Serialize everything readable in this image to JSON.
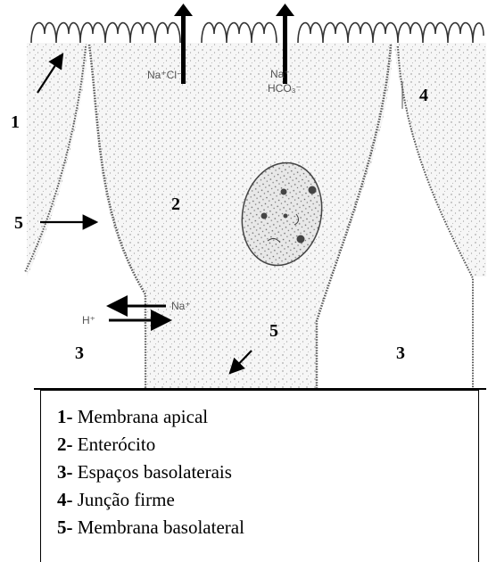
{
  "labels": {
    "apical": "1",
    "enterocyte": "2",
    "basolateral_left": "3",
    "basolateral_right": "3",
    "tight_junction": "4",
    "membrane_left": "5",
    "membrane_bottom": "5"
  },
  "ions": {
    "secretion_left": "Na⁺Cl⁻",
    "secretion_right_line1": "Na⁺",
    "secretion_right_line2": "HCO₃⁻",
    "exchanger_na": "Na⁺",
    "exchanger_h": "H⁺"
  },
  "legend": [
    {
      "num": "1-",
      "text": " Membrana apical"
    },
    {
      "num": "2-",
      "text": " Enterócito"
    },
    {
      "num": "3-",
      "text": " Espaços basolaterais"
    },
    {
      "num": "4-",
      "text": " Junção firme"
    },
    {
      "num": "5-",
      "text": " Membrana basolateral"
    }
  ],
  "colors": {
    "cell_fill": "#f3f3f3",
    "stipple": "#7a7a7a",
    "ink": "#000000"
  }
}
